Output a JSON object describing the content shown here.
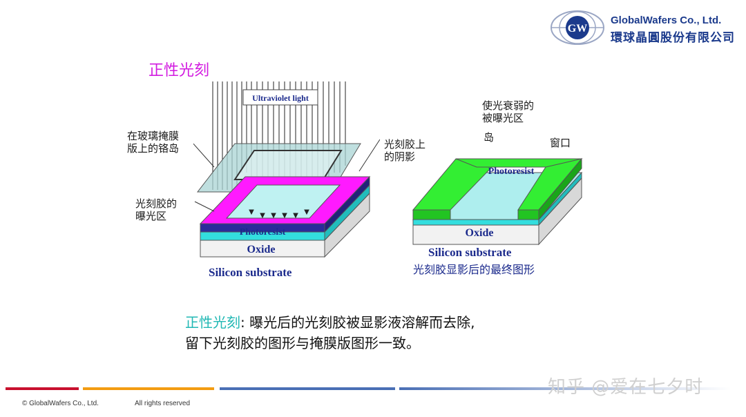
{
  "header": {
    "company_en": "GlobalWafers Co., Ltd.",
    "company_cn": "環球晶圓股份有限公司",
    "logo_text": "GW"
  },
  "slide": {
    "title": "正性光刻",
    "caption_term": "正性光刻",
    "caption_line1_rest": ": 曝光后的光刻胶被显影液溶解而去除,",
    "caption_line2": "留下光刻胶的图形与掩膜版图形一致。"
  },
  "left_diagram": {
    "uv_label": "Ultraviolet light",
    "mask_label_line1": "在玻璃掩膜",
    "mask_label_line2": "版上的铬岛",
    "shadow_label_line1": "光刻胶上",
    "shadow_label_line2": "的阴影",
    "exposed_label_line1": "光刻胶的",
    "exposed_label_line2": "曝光区",
    "photoresist": "Photoresist",
    "oxide": "Oxide",
    "substrate": "Silicon substrate"
  },
  "right_diagram": {
    "attenuated_line1": "使光衰弱的",
    "attenuated_line2": "被曝光区",
    "island": "岛",
    "window": "窗口",
    "photoresist": "Photoresist",
    "oxide": "Oxide",
    "substrate": "Silicon substrate",
    "result": "光刻胶显影后的最终图形"
  },
  "footer": {
    "copyright": "© GlobalWafers Co., Ltd.",
    "rights": "All rights reserved"
  },
  "watermark": "知乎 @爱在七夕时",
  "colors": {
    "title": "#d21ae0",
    "caption_term": "#21b8b4",
    "brand_blue": "#1b3a8c",
    "photoresist_left": "#2b2b9a",
    "oxide": "#33dede",
    "exposed_pink": "#ff1aff",
    "green_resist": "#33ee33",
    "footer_red": "#c8102e",
    "footer_orange": "#f39c12",
    "footer_blue": "#4a6fb5"
  }
}
